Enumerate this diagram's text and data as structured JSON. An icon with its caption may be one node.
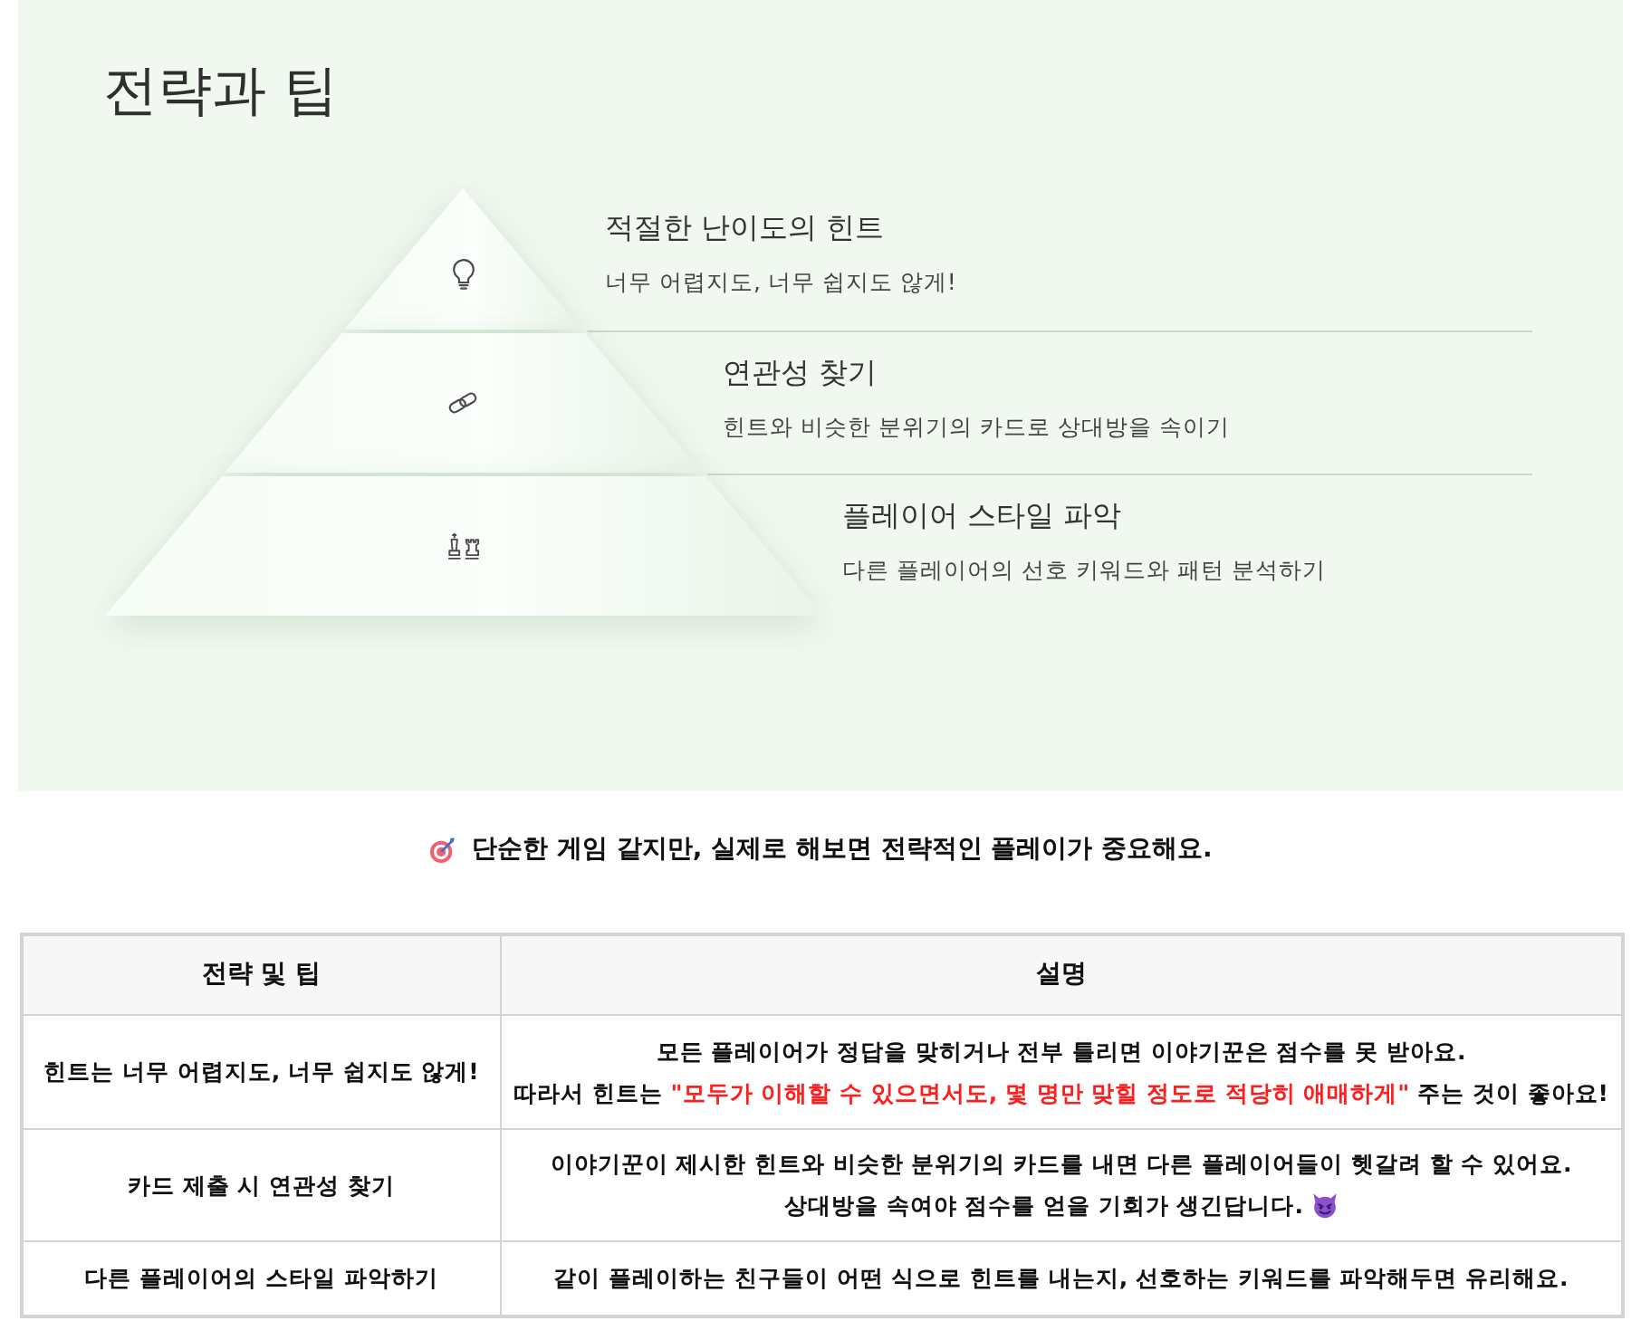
{
  "diagram": {
    "title": "전략과 팁",
    "nodes": [
      {
        "text": [
          "적절한 난이도의 힌트",
          "너무 어렵지도, 너무 쉽지도 않게!"
        ]
      },
      {
        "text": [
          "연관성 찾기",
          "힌트와 비슷한 분위기의 카드로 상대방을 속이기"
        ]
      },
      {
        "text": [
          "플레이어 스타일 파악",
          "다른 플레이어의 선호 키워드와 패턴 분석하기"
        ]
      }
    ],
    "labels": [
      "단순한 게임 같지만, 실제로 해보면 전략적인 플레이가 중요해요.",
      "전략 및 팁",
      "설명",
      "힌트는 너무 어렵지도, 너무 쉽지도 않게!",
      "모든 플레이어가 정답을 맞히거나 전부 틀리면 이야기꾼은 점수를 못 받아요.",
      "따라서 힌트는 **\"모두가 이해할 수 있으면서도, 몇 명만 맞힐 정도로 적당히 애매하게\"** 주는 것이 좋아요!",
      "카드 제출 시 연관성 찾기",
      "이야기꾼이 제시한 힌트와 비슷한 분위기의 카드를 내면 다른 플레이어들이 헷갈려 할 수 있어요.",
      "상대방을 속여야 점수를 얻을 기회가 생긴답니다.",
      "다른 플레이어의 스타일 파악하기",
      "같이 플레이하는 친구들이 어떤 식으로 힌트를 내는지, 선호하는 키워드를 파악해두면 유리해요."
    ]
  }
}
